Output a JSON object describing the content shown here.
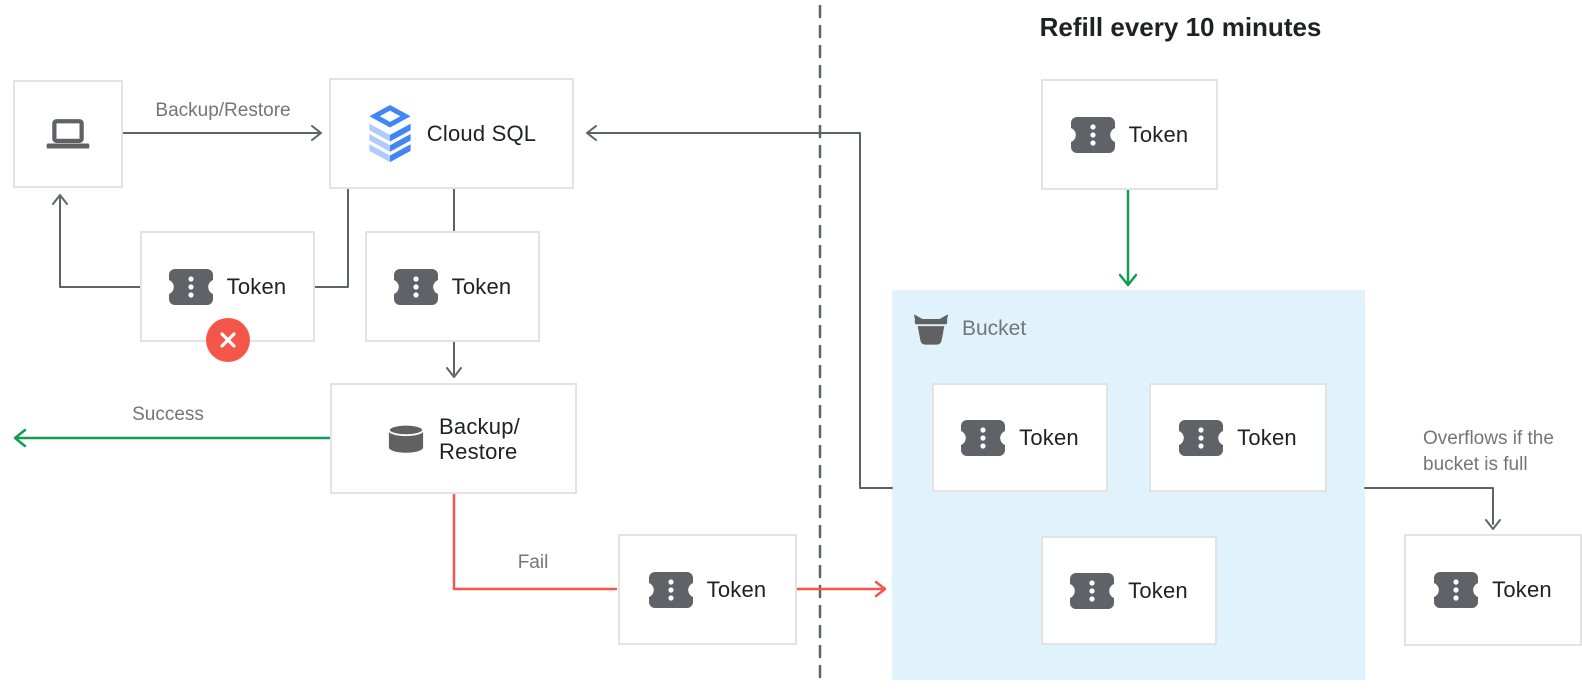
{
  "title": "Refill every 10 minutes",
  "nodes": {
    "cloud_sql": {
      "label": "Cloud SQL"
    },
    "backup_restore": {
      "lines": [
        "Backup/",
        "Restore"
      ]
    },
    "bucket": {
      "label": "Bucket"
    },
    "token_rejected": {
      "label": "Token"
    },
    "token_request": {
      "label": "Token"
    },
    "token_fail": {
      "label": "Token"
    },
    "token_refill": {
      "label": "Token"
    },
    "token_in_bucket_1": {
      "label": "Token"
    },
    "token_in_bucket_2": {
      "label": "Token"
    },
    "token_in_bucket_3": {
      "label": "Token"
    },
    "token_overflow": {
      "label": "Token"
    }
  },
  "edges": {
    "backup_restore_request": {
      "label": "Backup/Restore"
    },
    "success": {
      "label": "Success"
    },
    "fail": {
      "label": "Fail"
    },
    "overflow": {
      "label": "Overflows if the bucket is full"
    }
  },
  "colors": {
    "line_gray": "#5F6368",
    "success_green": "#159C53",
    "fail_red": "#F4564A",
    "bucket_fill": "#E0F2FC",
    "box_border": "#E3E3E3",
    "label_gray": "#757575",
    "text_dark": "#202124",
    "cloud_sql_blue": "#4285F4",
    "cloud_sql_light_blue": "#AECBFA",
    "icon_gray": "#5F6368"
  }
}
